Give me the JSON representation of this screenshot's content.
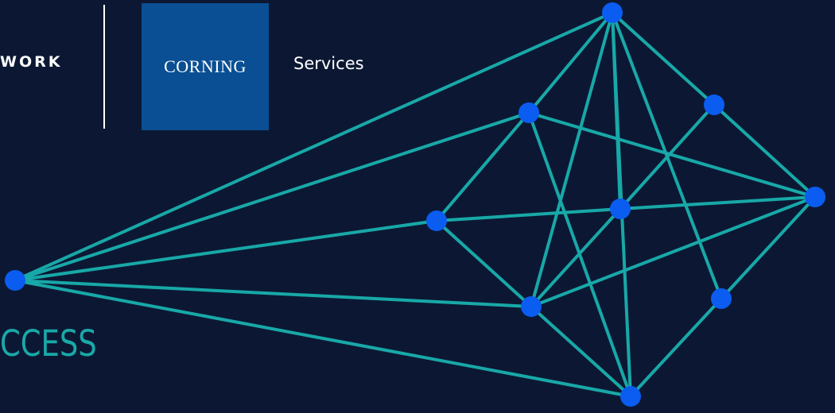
{
  "header": {
    "brand_word": "WORK",
    "logo_text": "CORNING",
    "services_label": "Services"
  },
  "headline": "CCESS",
  "colors": {
    "background": "#0c1833",
    "edge": "#18a8a8",
    "node": "#0b5cf0",
    "logo_background": "#0a4f94",
    "headline": "#19a9a9"
  },
  "network": {
    "node_ids": [
      "n-far-left",
      "n-top",
      "n-upper-left",
      "n-upper-right",
      "n-right",
      "n-center",
      "n-mid-left",
      "n-lower-left",
      "n-lower-right",
      "n-bottom"
    ],
    "edges": [
      [
        "n-far-left",
        "n-top"
      ],
      [
        "n-far-left",
        "n-upper-left"
      ],
      [
        "n-far-left",
        "n-mid-left"
      ],
      [
        "n-far-left",
        "n-lower-left"
      ],
      [
        "n-far-left",
        "n-bottom"
      ],
      [
        "n-top",
        "n-upper-left"
      ],
      [
        "n-top",
        "n-upper-right"
      ],
      [
        "n-top",
        "n-center"
      ],
      [
        "n-top",
        "n-lower-left"
      ],
      [
        "n-top",
        "n-lower-right"
      ],
      [
        "n-top",
        "n-bottom"
      ],
      [
        "n-upper-left",
        "n-right"
      ],
      [
        "n-upper-left",
        "n-mid-left"
      ],
      [
        "n-upper-left",
        "n-bottom"
      ],
      [
        "n-upper-right",
        "n-right"
      ],
      [
        "n-upper-right",
        "n-center"
      ],
      [
        "n-mid-left",
        "n-center"
      ],
      [
        "n-mid-left",
        "n-lower-left"
      ],
      [
        "n-center",
        "n-right"
      ],
      [
        "n-center",
        "n-lower-left"
      ],
      [
        "n-right",
        "n-lower-left"
      ],
      [
        "n-right",
        "n-lower-right"
      ],
      [
        "n-lower-left",
        "n-bottom"
      ],
      [
        "n-lower-right",
        "n-bottom"
      ]
    ]
  }
}
